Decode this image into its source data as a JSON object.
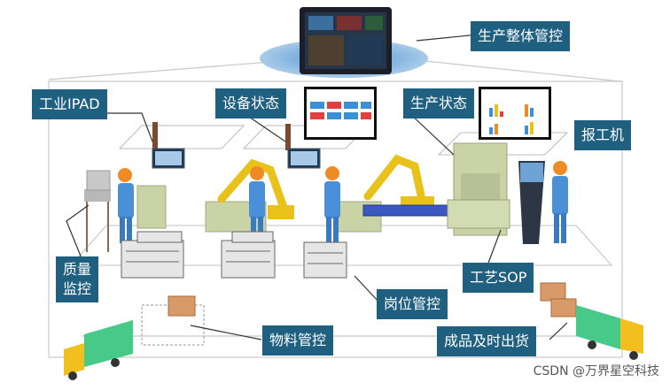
{
  "labels": {
    "overall": "生产整体管控",
    "ipad": "工业IPAD",
    "equipment": "设备状态",
    "production": "生产状态",
    "report": "报工机",
    "quality_line1": "质量",
    "quality_line2": "监控",
    "sop": "工艺SOP",
    "station": "岗位管控",
    "material": "物料管控",
    "shipping": "成品及时出货"
  },
  "watermark": "CSDN @万界星空科技",
  "colors": {
    "label_bg": "#1f5f7f",
    "worker": "#4a90d9",
    "helmet": "#f08a24",
    "robot": "#e8c21a",
    "truck_cab": "#f2c01e",
    "truck_box": "#47c98a",
    "machine": "#c9d3a6"
  }
}
